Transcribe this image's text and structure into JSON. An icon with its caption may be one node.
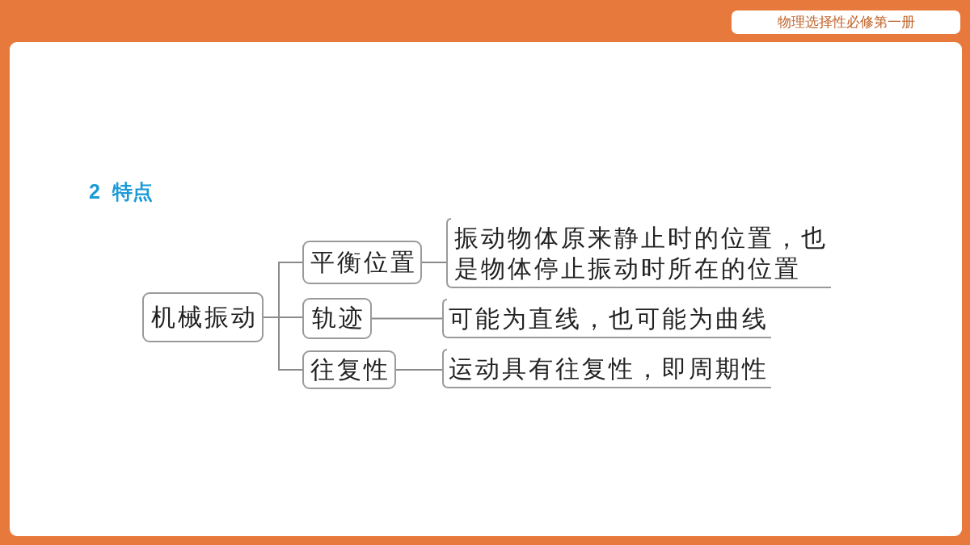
{
  "diagram": {
    "title": "2 特点",
    "nodes": [
      {
        "text": [
          "机械振动"
        ]
      },
      {
        "text": [
          "平衡位置"
        ]
      },
      {
        "text": [
          "轨迹"
        ]
      },
      {
        "text": [
          "往复性"
        ]
      },
      {
        "text": [
          "振动物体原来静止时的位置，也是物体停止振动时所在的位置"
        ]
      },
      {
        "text": [
          "可能为直线，也可能为曲线"
        ]
      },
      {
        "text": [
          "运动具有往复性，即周期性"
        ]
      }
    ],
    "edges": [
      {
        "from": 0,
        "to": 1,
        "arrow": "none"
      },
      {
        "from": 0,
        "to": 2,
        "arrow": "none"
      },
      {
        "from": 0,
        "to": 3,
        "arrow": "none"
      },
      {
        "from": 1,
        "to": 4,
        "arrow": "none"
      },
      {
        "from": 2,
        "to": 5,
        "arrow": "none"
      },
      {
        "from": 3,
        "to": 6,
        "arrow": "none"
      }
    ],
    "labels": [
      "物理选择性必修第一册"
    ]
  }
}
